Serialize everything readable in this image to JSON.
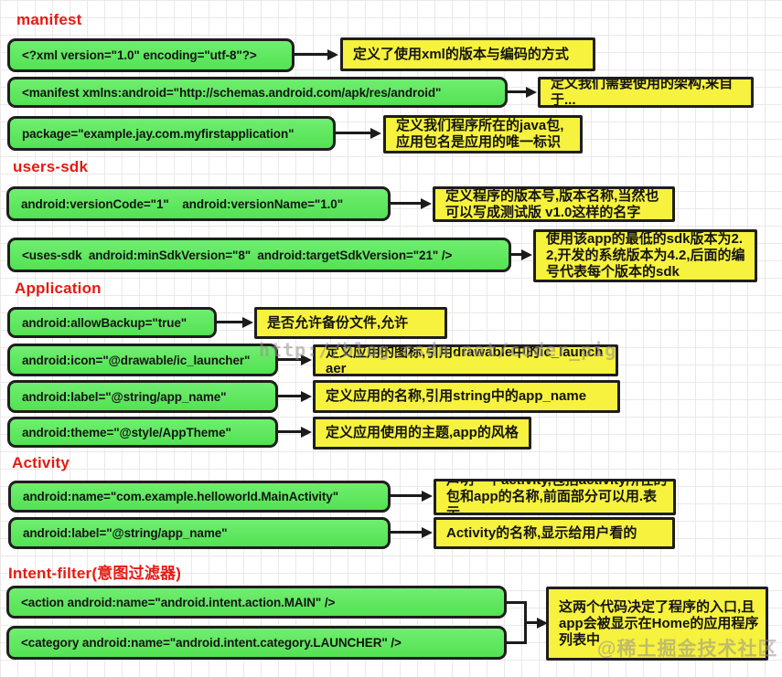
{
  "sections": {
    "manifest": "manifest",
    "users_sdk": "users-sdk",
    "application": "Application",
    "activity": "Activity",
    "intent_filter": "Intent-filter(意图过滤器)"
  },
  "rows": [
    {
      "code": "<?xml version=\"1.0\" encoding=\"utf-8\"?>",
      "note": "定义了使用xml的版本与编码的方式"
    },
    {
      "code": "<manifest xmlns:android=\"http://schemas.android.com/apk/res/android\"",
      "note": "定义我们需要使用的架构,来自于..."
    },
    {
      "code": "package=\"example.jay.com.myfirstapplication\"",
      "note": "定义我们程序所在的java包,应用包名是应用的唯一标识"
    },
    {
      "code": "android:versionCode=\"1\"    android:versionName=\"1.0\"",
      "note": "定义程序的版本号,版本名称,当然也可以写成测试版 v1.0这样的名字"
    },
    {
      "code": "<uses-sdk  android:minSdkVersion=\"8\"  android:targetSdkVersion=\"21\" />",
      "note": "使用该app的最低的sdk版本为2.2,开发的系统版本为4.2,后面的编号代表每个版本的sdk"
    },
    {
      "code": "android:allowBackup=\"true\"",
      "note": "是否允许备份文件,允许"
    },
    {
      "code": "android:icon=\"@drawable/ic_launcher\"",
      "note": "定义应用的图标,引用drawable中的ic_launchaer"
    },
    {
      "code": "android:label=\"@string/app_name\"",
      "note": "定义应用的名称,引用string中的app_name"
    },
    {
      "code": "android:theme=\"@style/AppTheme\"",
      "note": "定义应用使用的主题,app的风格"
    },
    {
      "code": "android:name=\"com.example.helloworld.MainActivity\"",
      "note": "声明一个activity,包括activity所在的包和app的名称,前面部分可以用.表示"
    },
    {
      "code": "android:label=\"@string/app_name\"",
      "note": "Activity的名称,显示给用户看的"
    },
    {
      "code": "<action android:name=\"android.intent.action.MAIN\" />"
    },
    {
      "code": "<category android:name=\"android.intent.category.LAUNCHER\" />"
    }
  ],
  "intent_note": "这两个代码决定了程序的入口,且app会被显示在Home的应用程序列表中",
  "watermarks": {
    "center": "http://blog.csdn.net/coder_pig",
    "corner": "@稀土掘金技术社区"
  },
  "colors": {
    "green_box": "#5ce65c",
    "yellow_box": "#f6f23e",
    "header_red": "#e61a12",
    "border": "#1e1e1e",
    "background": "#ffffff"
  }
}
